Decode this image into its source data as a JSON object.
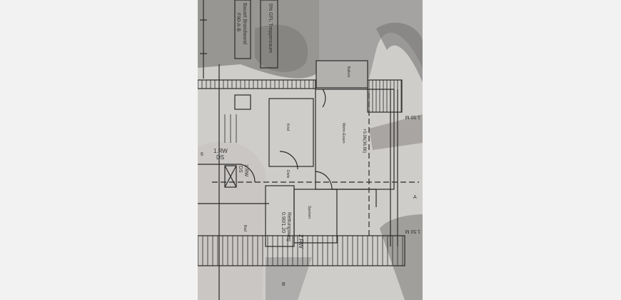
{
  "photo": {
    "subject": "floor-plan-photo",
    "labels": {
      "stair_note": "5% GFL Treppenraum",
      "wall_note_1": "Bauart Brandwand",
      "wall_note_2": "F90-A-B",
      "balcony": "Balkon",
      "child_room": "Kind",
      "living": "Wohn-Essen",
      "elevation": "+5.96(36.86)",
      "hall": "Diele",
      "dining": "Speisen",
      "bath": "Bad",
      "escape": "Rettungsweg",
      "escape_size": "0.90/1.20",
      "rw2": "2.RW",
      "rw1a": "1.RW",
      "rw1a_sub": "DS",
      "rw1b": "1.RW",
      "rw1b_sub": "DS",
      "dim_top": "1.50 M",
      "dim_bottom": "1.50 M",
      "section_a": "A",
      "section_b": "B",
      "dim_6": "6"
    },
    "colors": {
      "paper": "#cfcdca",
      "shadow": "#8f8d8b",
      "ink": "#2a2a2a",
      "background": "#f2f2f2"
    }
  }
}
